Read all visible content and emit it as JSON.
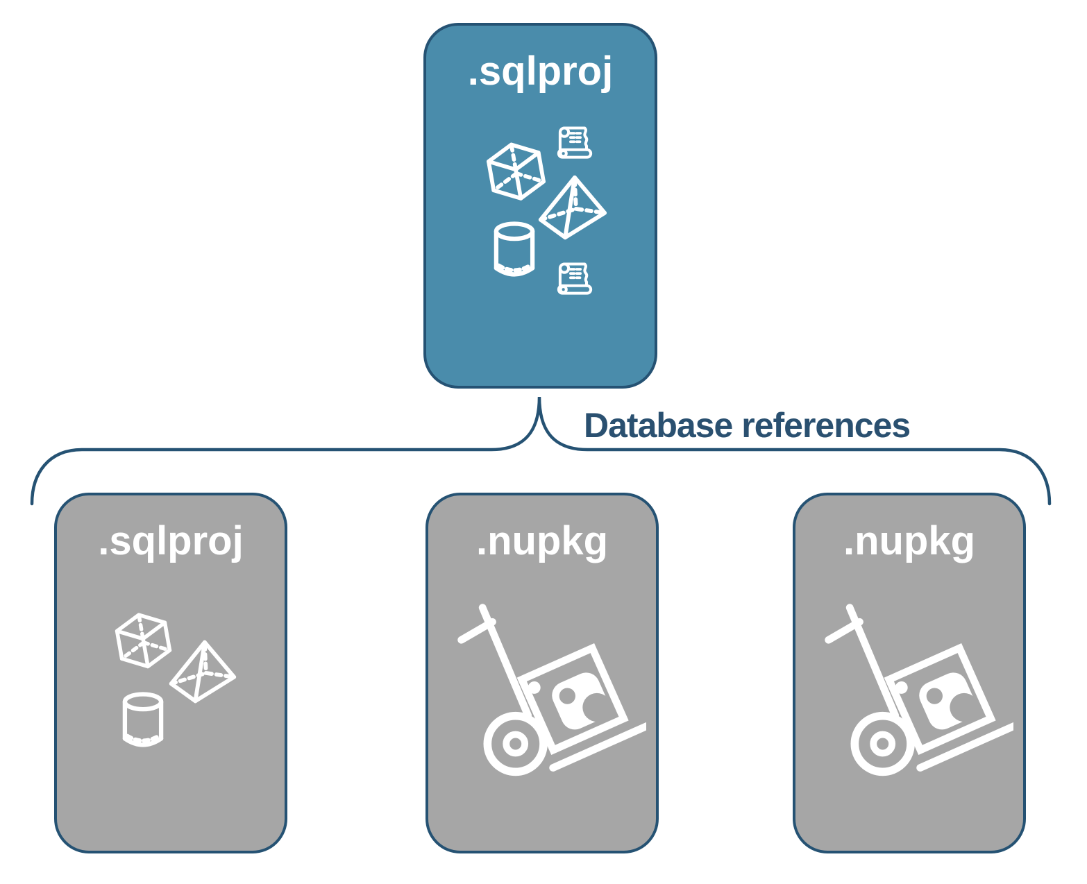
{
  "colors": {
    "root_fill": "#4A8CAB",
    "child_fill": "#A6A6A6",
    "outline": "#255273",
    "label_text": "#2A5070",
    "icon": "#FFFFFF",
    "background": "#FFFFFF"
  },
  "diagram": {
    "root": {
      "label": ".sqlproj",
      "icons": [
        "scroll-icon",
        "cube-icon",
        "pyramid-icon",
        "cylinder-icon",
        "scroll-icon"
      ]
    },
    "edge_label": "Database references",
    "children": [
      {
        "label": ".sqlproj",
        "icons": [
          "cube-icon",
          "pyramid-icon",
          "cylinder-icon"
        ]
      },
      {
        "label": ".nupkg",
        "icons": [
          "package-dolly-icon"
        ]
      },
      {
        "label": ".nupkg",
        "icons": [
          "package-dolly-icon"
        ]
      }
    ]
  }
}
